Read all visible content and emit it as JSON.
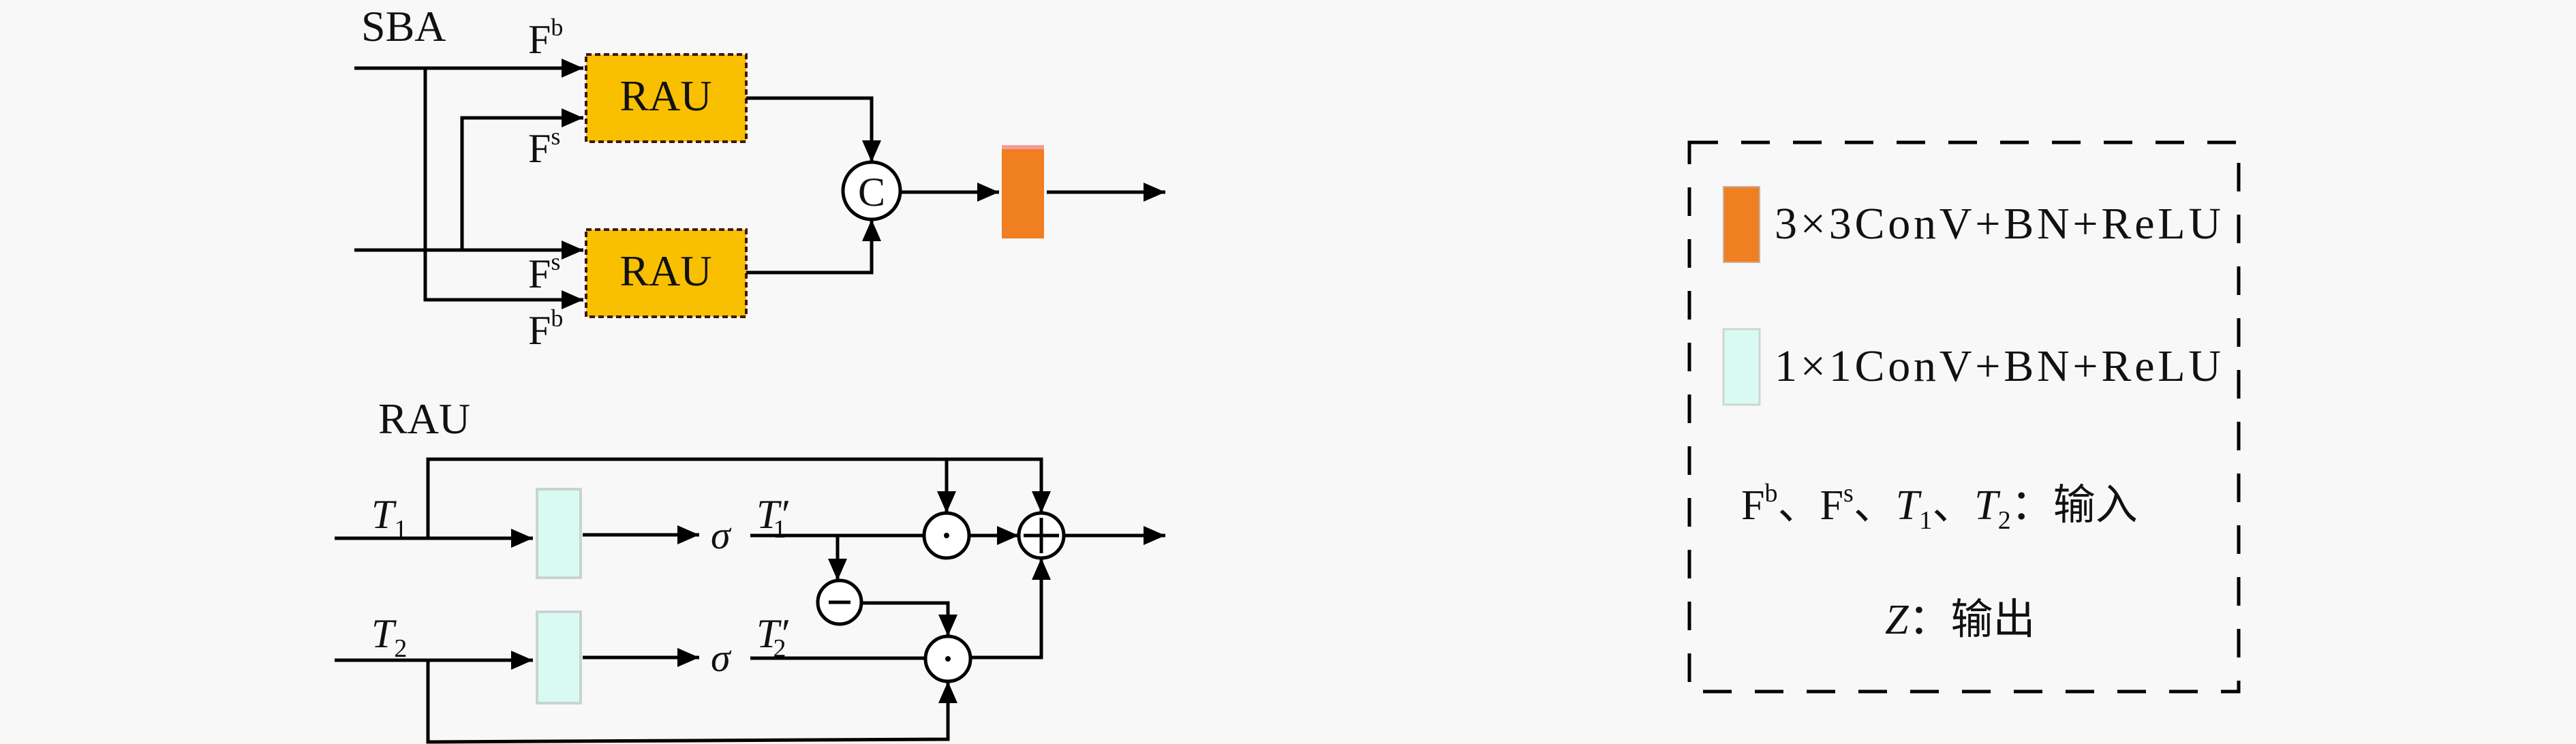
{
  "sba": {
    "title": "SBA",
    "label_f": "F",
    "sup_b": "b",
    "sup_s": "s",
    "rau_block_label": "RAU",
    "concat_symbol": "C",
    "colors": {
      "rau": "#F8C000",
      "conv3": "#F07F22",
      "conv1": "#D8FAF3"
    }
  },
  "rau": {
    "title": "RAU",
    "t": "T",
    "sub1": "1",
    "sub2": "2",
    "prime": "′",
    "sigma": "σ",
    "dot_symbol": "·",
    "minus_symbol": "−",
    "plus_symbol": "+"
  },
  "legend": {
    "conv3_label": "3×3ConV+BN+ReLU",
    "conv1_label": "1×1ConV+BN+ReLU",
    "inputs": [
      {
        "text": "F"
      },
      {
        "text": "b"
      },
      {
        "text": "、"
      },
      {
        "text": "F"
      },
      {
        "text": "s"
      },
      {
        "text": "、"
      },
      {
        "text": "T"
      },
      {
        "text": "1"
      },
      {
        "text": "、"
      },
      {
        "text": "T"
      },
      {
        "text": "2"
      },
      {
        "text": "：输入"
      }
    ],
    "output_var": "Z",
    "output_text": "：输出"
  }
}
